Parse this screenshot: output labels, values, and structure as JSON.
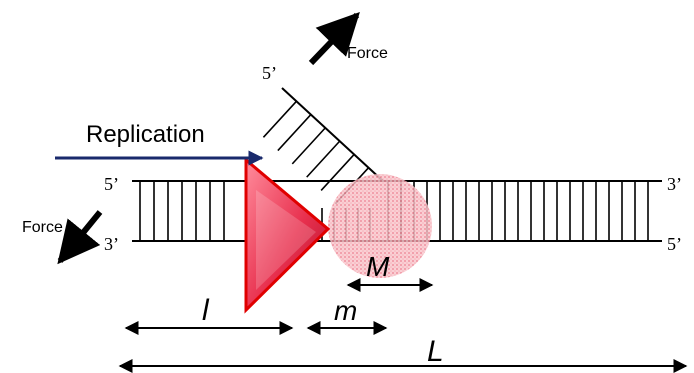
{
  "labels": {
    "top_strand_5prime": "5’",
    "top_strand_3prime": "3’",
    "bottom_strand_3prime": "3’",
    "bottom_strand_5prime": "5’",
    "lagging_strand_5prime": "5’",
    "force_top": "Force",
    "force_left": "Force",
    "replication": "Replication",
    "helicase_step_M": "M",
    "step_m": "m",
    "length_l": "l",
    "length_L": "L"
  },
  "colors": {
    "helicase_fill": "#f0506a",
    "helicase_edge": "#e00000",
    "opening_circle": "#f4a0a8",
    "replication_arrow": "#1a2a6c",
    "strand": "#000000"
  }
}
